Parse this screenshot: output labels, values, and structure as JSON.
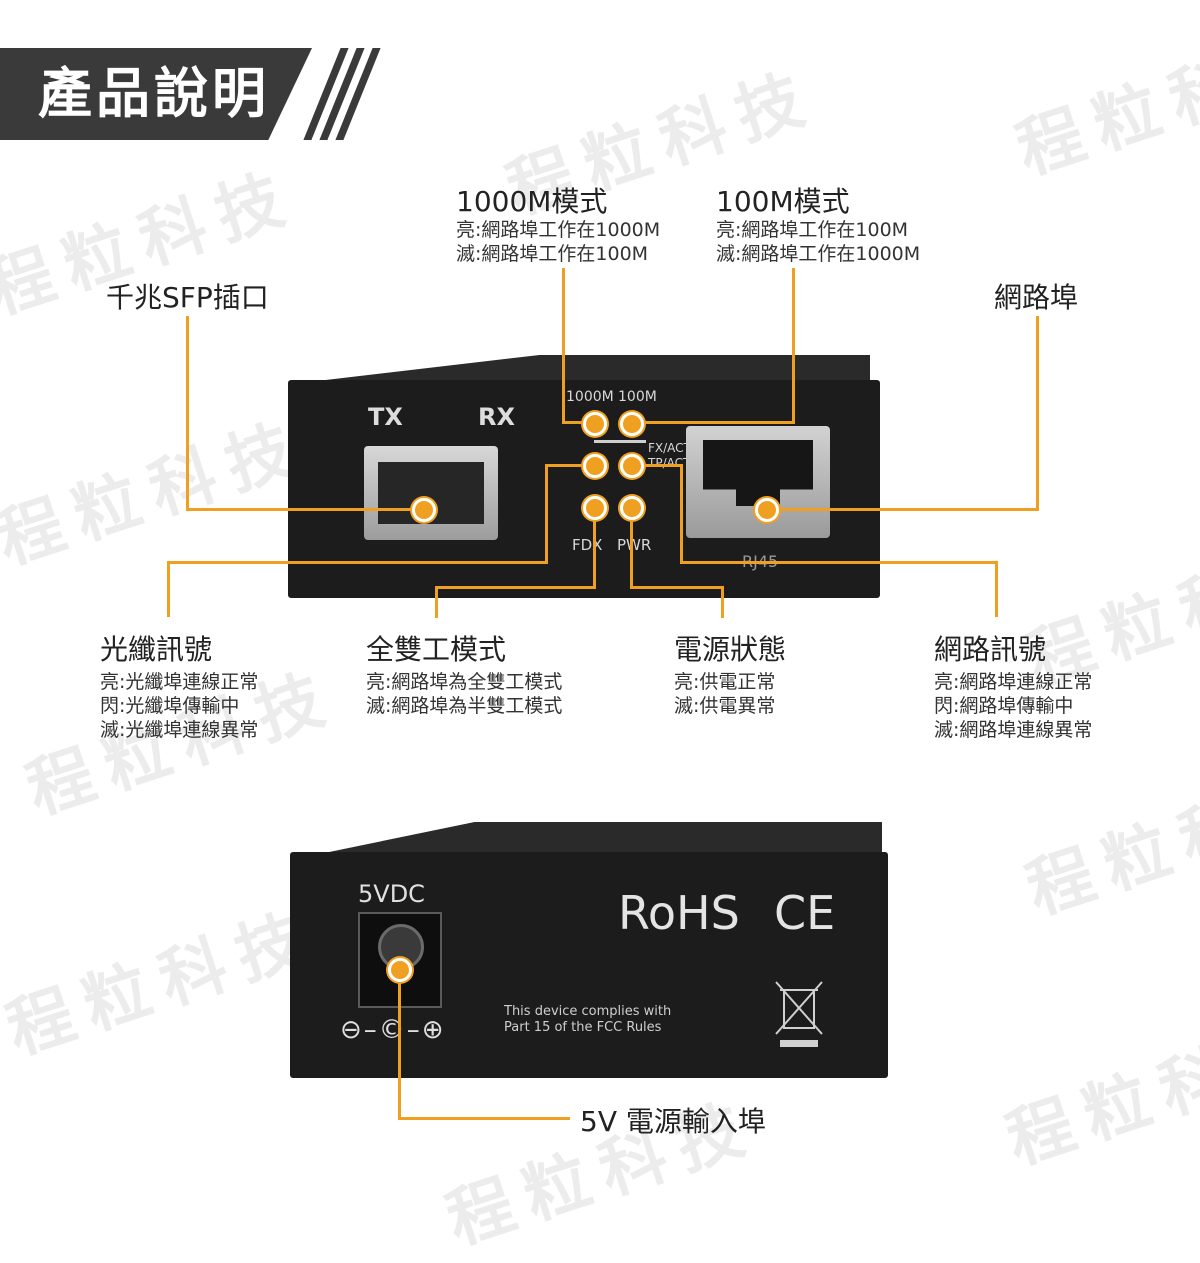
{
  "header": {
    "title": "產品說明"
  },
  "watermark": {
    "text": "程粒科技"
  },
  "front_device": {
    "port_labels": {
      "tx": "TX",
      "rx": "RX",
      "led_1000m": "1000M",
      "led_100m": "100M",
      "fx_act": "FX/ACT",
      "tp_act": "TP/ACT",
      "fdx": "FDX",
      "pwr": "PWR",
      "rj45": "RJ45"
    }
  },
  "rear_device": {
    "voltage": "5VDC",
    "certifications": {
      "rohs": "RoHS",
      "ce": "CE"
    },
    "fcc_notice": [
      "This device complies with",
      "Part 15 of the FCC Rules"
    ]
  },
  "callouts": {
    "sfp": {
      "title": "千兆SFP插口"
    },
    "mode_1000m": {
      "title": "1000M模式",
      "lines": [
        "亮:網路埠工作在1000M",
        "滅:網路埠工作在100M"
      ]
    },
    "mode_100m": {
      "title": "100M模式",
      "lines": [
        "亮:網路埠工作在100M",
        "滅:網路埠工作在1000M"
      ]
    },
    "network_port": {
      "title": "網路埠"
    },
    "fiber_signal": {
      "title": "光纖訊號",
      "lines": [
        "亮:光纖埠連線正常",
        "閃:光纖埠傳輸中",
        "滅:光纖埠連線異常"
      ]
    },
    "full_duplex": {
      "title": "全雙工模式",
      "lines": [
        "亮:網路埠為全雙工模式",
        "滅:網路埠為半雙工模式"
      ]
    },
    "power_status": {
      "title": "電源狀態",
      "lines": [
        "亮:供電正常",
        "滅:供電異常"
      ]
    },
    "network_signal": {
      "title": "網路訊號",
      "lines": [
        "亮:網路埠連線正常",
        "閃:網路埠傳輸中",
        "滅:網路埠連線異常"
      ]
    },
    "power_input": {
      "title": "5V 電源輸入埠"
    }
  },
  "colors": {
    "accent": "#f0a020",
    "banner": "#3a3a3a",
    "device": "#1c1c1c"
  }
}
